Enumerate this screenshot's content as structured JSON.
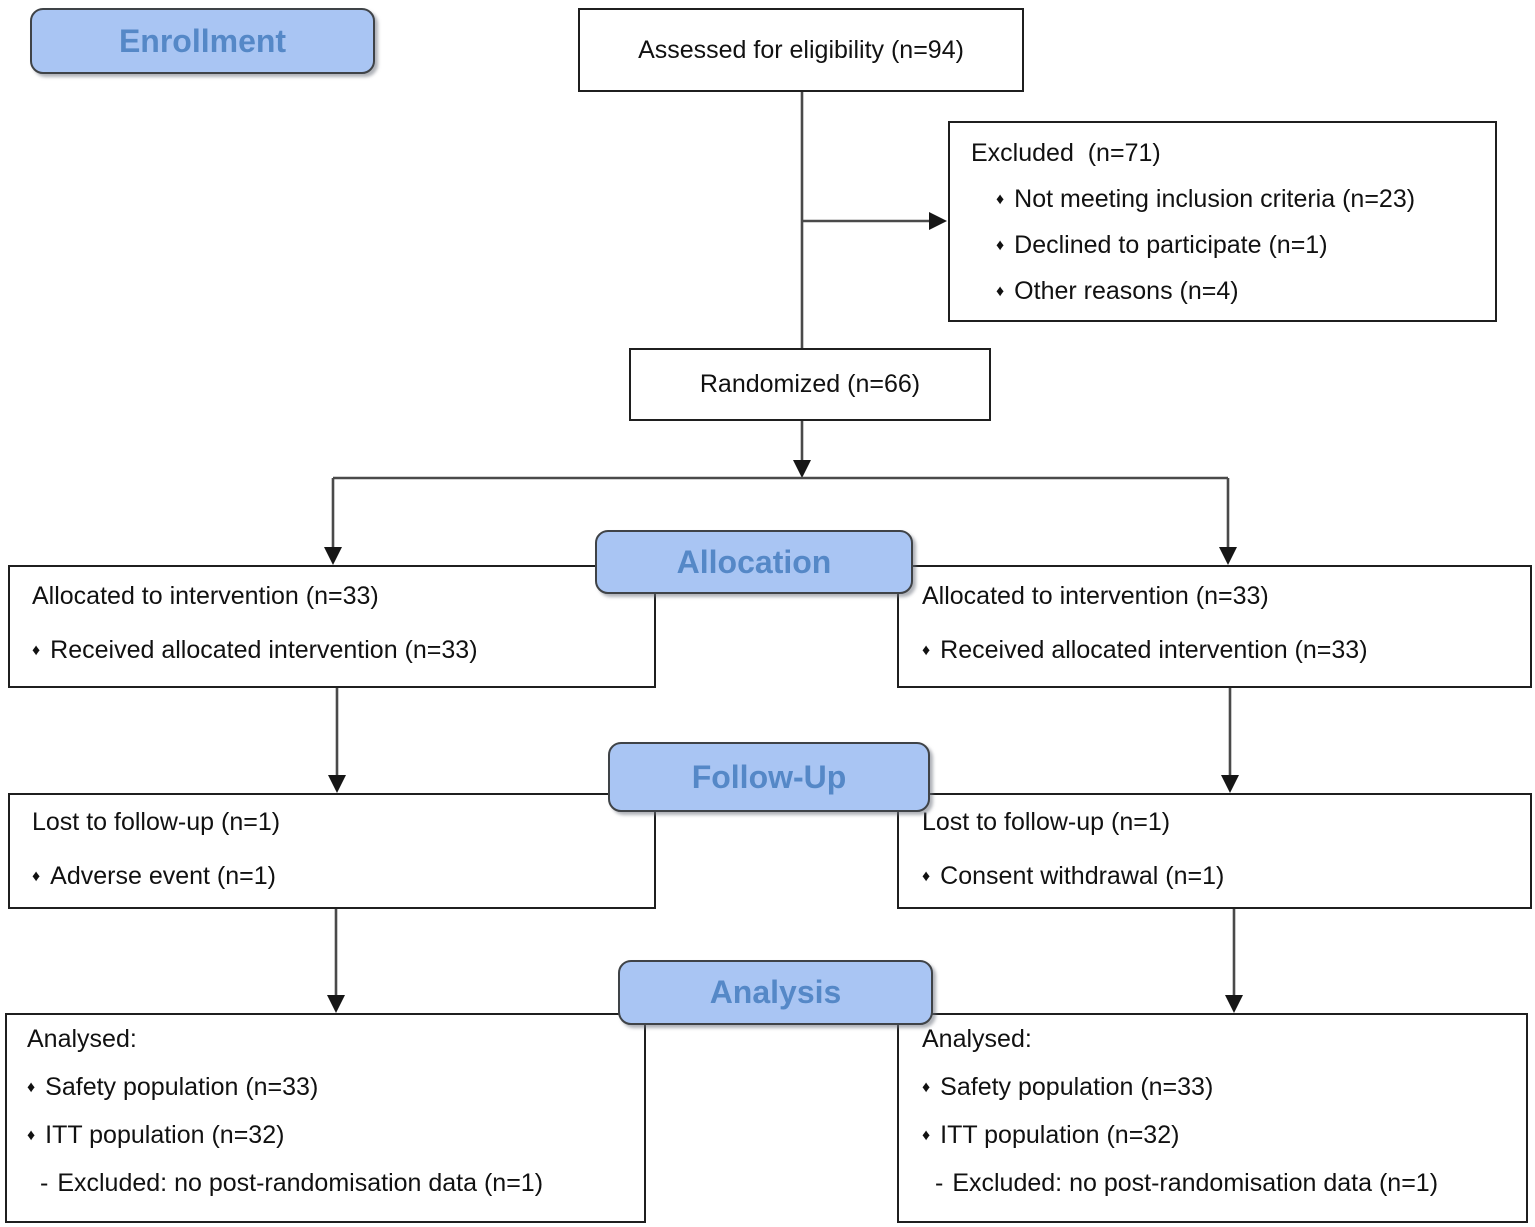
{
  "colors": {
    "background": "#FFFFFF",
    "stage_fill": "#A9C5F3",
    "stage_border": "#3F4347",
    "stage_text": "#5588C7",
    "box_border": "#1F1F1F",
    "box_text": "#111111",
    "line": "#4A4A4A"
  },
  "glyphs": {
    "bullet": "♦",
    "dash": "-"
  },
  "stages": {
    "enrollment": "Enrollment",
    "allocation": "Allocation",
    "follow_up": "Follow-Up",
    "analysis": "Analysis"
  },
  "boxes": {
    "assessed": {
      "text": "Assessed for eligibility (n=94)"
    },
    "excluded": {
      "title": "Excluded  (n=71)",
      "items": [
        "Not meeting inclusion criteria (n=23)",
        "Declined to participate (n=1)",
        "Other reasons (n=4)"
      ]
    },
    "randomized": {
      "text": "Randomized (n=66)"
    },
    "allocation_left": {
      "title": "Allocated to intervention (n=33)",
      "items": [
        "Received allocated intervention (n=33)"
      ]
    },
    "allocation_right": {
      "title": "Allocated to intervention (n=33)",
      "items": [
        "Received allocated intervention (n=33)"
      ]
    },
    "follow_up_left": {
      "title": "Lost to follow-up (n=1)",
      "items": [
        "Adverse event (n=1)"
      ]
    },
    "follow_up_right": {
      "title": "Lost to follow-up (n=1)",
      "items": [
        "Consent withdrawal (n=1)"
      ]
    },
    "analysis_left": {
      "title": "Analysed:",
      "items": [
        "Safety population (n=33)",
        "ITT population (n=32)"
      ],
      "sub_item": "Excluded: no post-randomisation data (n=1)"
    },
    "analysis_right": {
      "title": "Analysed:",
      "items": [
        "Safety population (n=33)",
        "ITT population (n=32)"
      ],
      "sub_item": "Excluded: no post-randomisation data (n=1)"
    }
  }
}
